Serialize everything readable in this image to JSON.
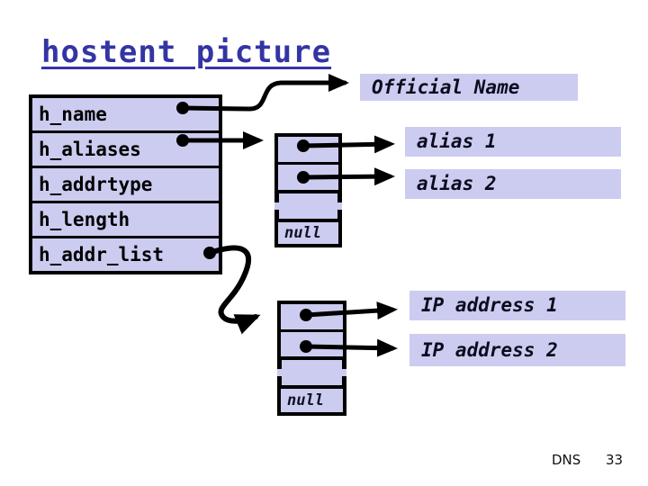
{
  "slide": {
    "title": "hostent picture",
    "footer_label": "DNS",
    "page_number": "33"
  },
  "struct": {
    "name": "hostent",
    "fields": [
      "h_name",
      "h_aliases",
      "h_addrtype",
      "h_length",
      "h_addr_list"
    ]
  },
  "name_chain": {
    "official_name": "Official Name",
    "aliases": [
      "alias 1",
      "alias 2"
    ],
    "null_label": "null"
  },
  "addr_chain": {
    "addresses": [
      "IP address 1",
      "IP address 2"
    ],
    "null_label": "null"
  },
  "colors": {
    "box_fill": "#ccccf0",
    "title": "#3434a4",
    "connector": "#000000",
    "label_text": "#0b0b1e"
  }
}
